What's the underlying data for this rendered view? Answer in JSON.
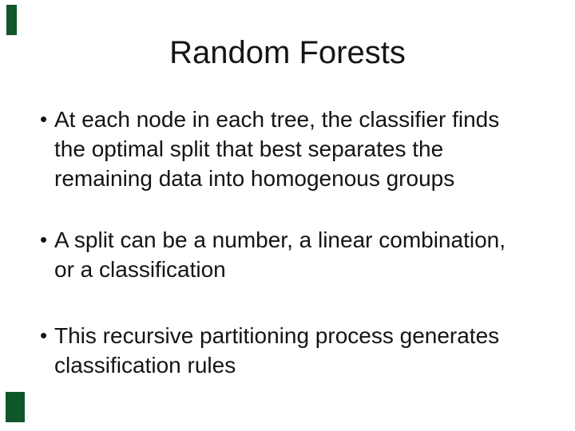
{
  "slide": {
    "title": "Random Forests",
    "bullet_glyph": "•",
    "bullets": [
      {
        "lines": [
          "At each node in each tree, the classifier finds",
          "the optimal split that best separates the",
          "remaining data into homogenous groups"
        ]
      },
      {
        "lines": [
          "A split can be a number, a linear combination,",
          "or a classification"
        ]
      },
      {
        "lines": [
          "This recursive partitioning process generates",
          "classification rules"
        ]
      }
    ],
    "colors": {
      "accent_green": "#0f5629",
      "text": "#141414",
      "background": "#ffffff"
    }
  }
}
